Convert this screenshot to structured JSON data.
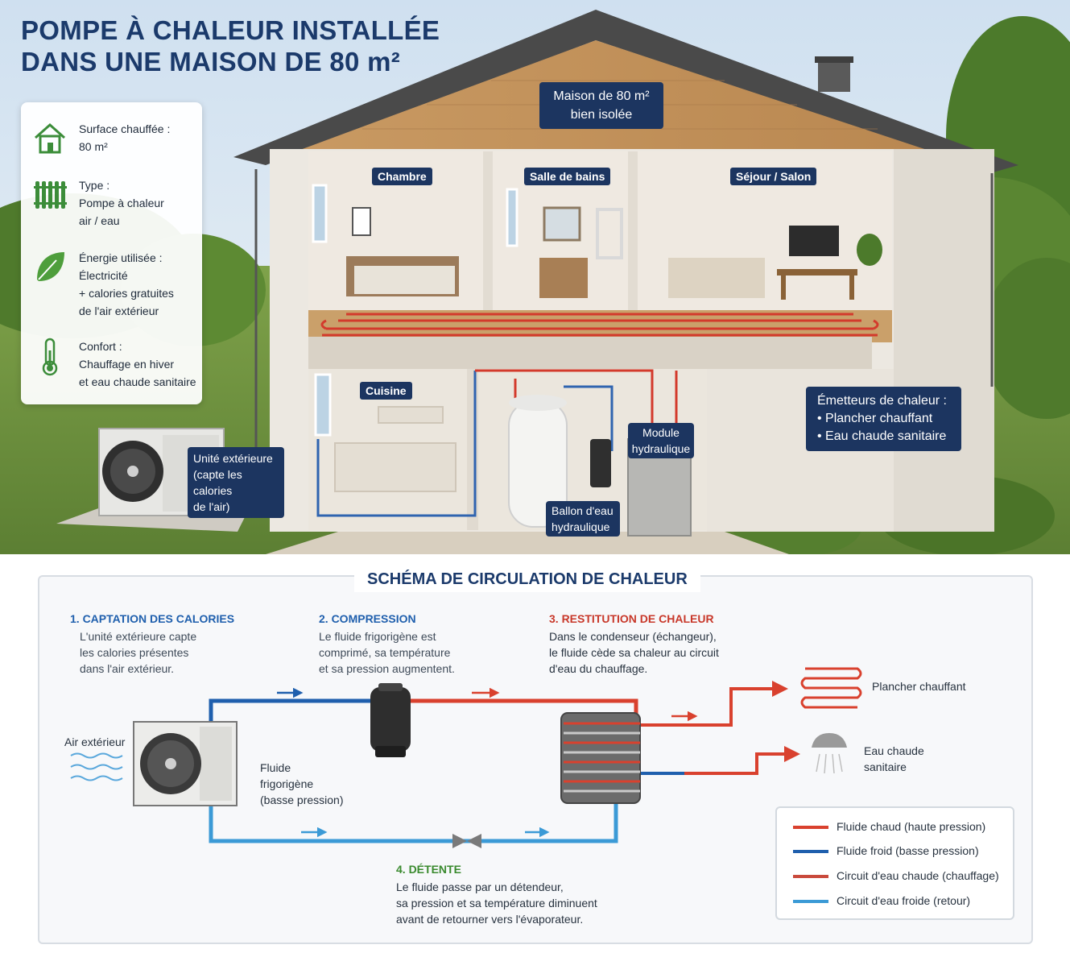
{
  "title": {
    "line1": "POMPE À CHALEUR INSTALLÉE",
    "line2": "DANS UNE MAISON DE 80 m²"
  },
  "info_card": [
    {
      "icon": "house-icon",
      "label": "Surface chauffée :",
      "lines": [
        "80 m²"
      ]
    },
    {
      "icon": "radiator-icon",
      "label": "Type :",
      "lines": [
        "Pompe à chaleur",
        "air / eau"
      ]
    },
    {
      "icon": "leaf-icon",
      "label": "Énergie utilisée :",
      "lines": [
        "Électricité",
        "+ calories gratuites",
        "de l'air extérieur"
      ]
    },
    {
      "icon": "thermometer-icon",
      "label": "Confort :",
      "lines": [
        "Chauffage en hiver",
        "et eau chaude sanitaire"
      ]
    }
  ],
  "house": {
    "badge": [
      "Maison de 80 m²",
      "bien isolée"
    ],
    "rooms": {
      "bedroom": "Chambre",
      "bathroom": "Salle de bains",
      "living": "Séjour / Salon",
      "kitchen": "Cuisine"
    },
    "outdoor_unit": [
      "Unité extérieure",
      "(capte les calories",
      "de l'air)"
    ],
    "hydraulic_module": [
      "Module",
      "hydraulique"
    ],
    "tank": [
      "Ballon d'eau",
      "hydraulique"
    ],
    "emitters": {
      "title": "Émetteurs de chaleur :",
      "items": [
        "• Plancher chauffant",
        "• Eau chaude sanitaire"
      ]
    }
  },
  "scheme": {
    "title": "SCHÉMA DE CIRCULATION DE CHALEUR",
    "steps": [
      {
        "title": "1. CAPTATION DES CALORIES",
        "lines": [
          "L'unité extérieure capte",
          "les calories présentes",
          "dans l'air extérieur."
        ]
      },
      {
        "title": "2. COMPRESSION",
        "lines": [
          "Le fluide frigorigène est",
          "comprimé, sa température",
          "et sa pression augmentent."
        ]
      },
      {
        "title": "3. RESTITUTION DE CHALEUR",
        "lines": [
          "Dans le condenseur (échangeur),",
          "le fluide cède sa chaleur au circuit",
          "d'eau du chauffage."
        ]
      },
      {
        "title": "4. DÉTENTE",
        "lines": [
          "Le fluide passe par un détendeur,",
          "sa pression et sa température diminuent",
          "avant de retourner vers l'évaporateur."
        ]
      }
    ],
    "air_label": "Air extérieur",
    "fluid_label": [
      "Fluide",
      "frigorigène",
      "(basse pression)"
    ],
    "floor_label": "Plancher chauffant",
    "dhw_label": [
      "Eau chaude",
      "sanitaire"
    ],
    "legend": [
      {
        "label": "Fluide chaud (haute pression)",
        "color": "#d9412e"
      },
      {
        "label": "Fluide froid (basse pression)",
        "color": "#1f5fad"
      },
      {
        "label": "Circuit d'eau chaude (chauffage)",
        "color": "#c94a3c"
      },
      {
        "label": "Circuit d'eau froide (retour)",
        "color": "#3b9ad6"
      }
    ]
  },
  "colors": {
    "title": "#1b3a6b",
    "hot": "#d9412e",
    "cold": "#1f5fad",
    "step1": "#1f5fad",
    "step2": "#1f5fad",
    "step3": "#c8382a",
    "step4": "#3a8a2e"
  }
}
